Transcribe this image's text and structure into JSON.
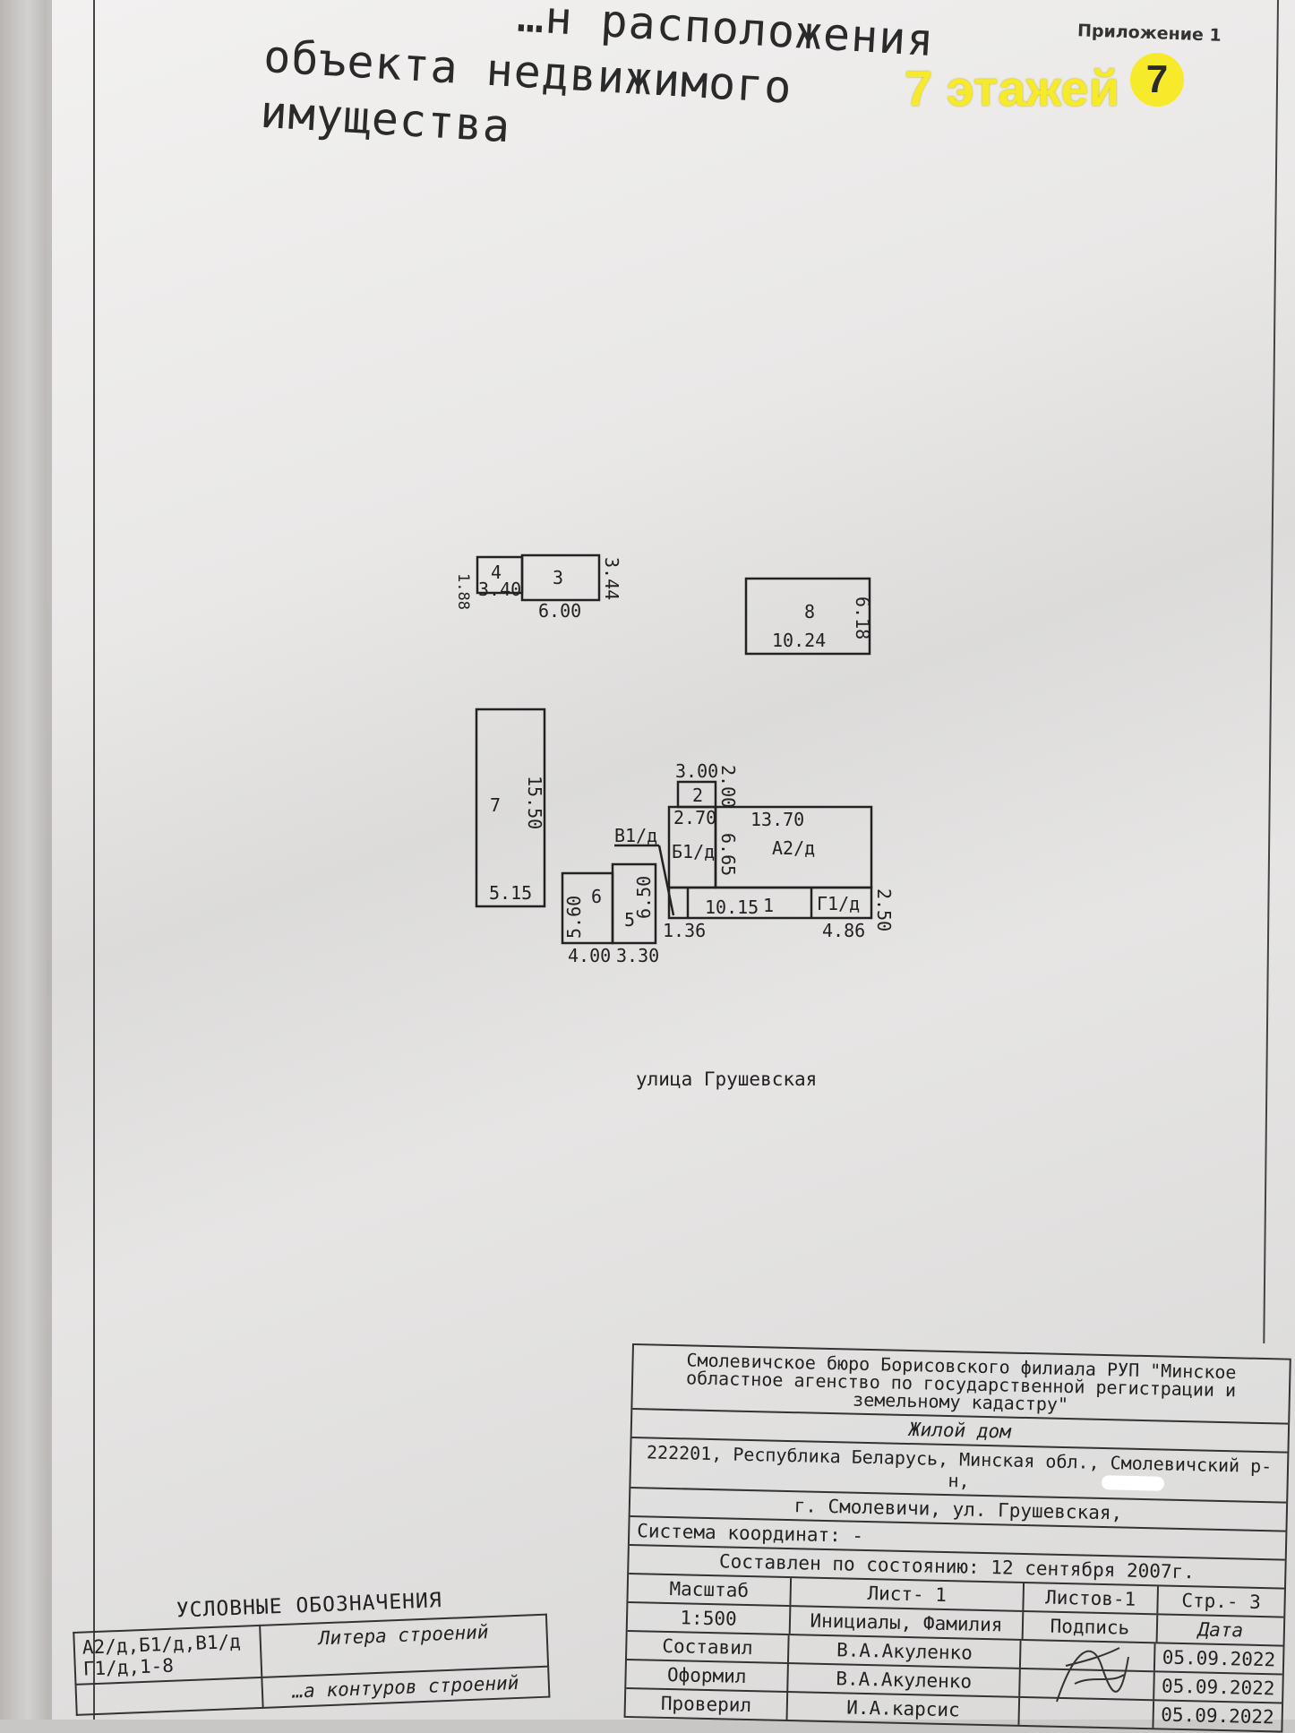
{
  "header": {
    "title_line1": "…н расположения",
    "title_line2": "объекта недвижимого имущества",
    "appendix": "Приложение 1"
  },
  "watermark": {
    "text": "7 этажей",
    "badge": "7",
    "color": "#f6ea2a"
  },
  "plan": {
    "buildings": {
      "b4": {
        "label": "4",
        "dims": [
          "1.88",
          "3.40"
        ]
      },
      "b3": {
        "label": "3",
        "dims": [
          "6.00",
          "3.44"
        ]
      },
      "b8": {
        "label": "8",
        "dims": [
          "10.24",
          "6.18"
        ]
      },
      "b7": {
        "label": "7",
        "dims": [
          "15.50",
          "5.15"
        ]
      },
      "b2": {
        "label": "2",
        "dims": [
          "3.00",
          "2.00"
        ]
      },
      "b1d": {
        "label": "Б1/д",
        "dims": [
          "2.70",
          "6.65"
        ]
      },
      "a2d": {
        "label": "А2/д",
        "dims": [
          "13.70"
        ]
      },
      "b1": {
        "label": "1",
        "dims": [
          "10.15"
        ]
      },
      "g1d": {
        "label": "Г1/д",
        "dims": [
          "4.86",
          "2.50"
        ]
      },
      "v1d": {
        "label": "В1/д",
        "dims": [
          "1.36"
        ]
      },
      "b6": {
        "label": "6",
        "dims": [
          "5.60",
          "4.00"
        ]
      },
      "b5": {
        "label": "5",
        "dims": [
          "6.50",
          "3.30"
        ]
      }
    },
    "street": "улица Грушевская"
  },
  "info_block": {
    "org": "Смолевичское бюро Борисовского филиала РУП \"Минское областное агенство по государственной регистрации и земельному кадастру\"",
    "object": "Жилой дом",
    "address_line1": "222201, Республика Беларусь, Минская обл., Смолевичский р-н,",
    "address_line2": "г. Смолевичи, ул. Грушевская,",
    "coords": "Система координат: -",
    "compiled": "Составлен по состоянию:  12 сентября 2007г.",
    "scale_label": "Масштаб",
    "sheet_label": "Лист- 1",
    "sheets_label": "Листов-1",
    "page_label": "Стр.- 3",
    "scale_value": "1:500",
    "initials_label": "Инициалы, Фамилия",
    "signature_label": "Подпись",
    "date_label": "Дата",
    "rows": [
      {
        "role": "Составил",
        "name": "В.А.Акуленко",
        "date": "05.09.2022"
      },
      {
        "role": "Оформил",
        "name": "В.А.Акуленко",
        "date": "05.09.2022"
      },
      {
        "role": "Проверил",
        "name": "И.А.карсис",
        "date": "05.09.2022"
      }
    ]
  },
  "legend": {
    "title": "УСЛОВНЫЕ ОБОЗНАЧЕНИЯ",
    "rows": [
      {
        "key": "А2/д,Б1/д,В1/д Г1/д,1-8",
        "value": "Литера строений"
      },
      {
        "key": "",
        "value": "…а контуров строений"
      }
    ]
  }
}
